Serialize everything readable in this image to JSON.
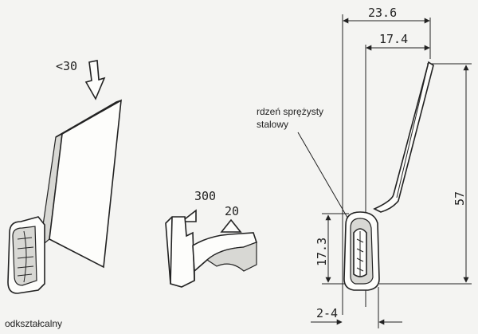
{
  "colors": {
    "line": "#222222",
    "paper": "#f4f4f2",
    "shade": "#d8d8d4"
  },
  "left_figure": {
    "force_label": "<30",
    "caption": "odkształcalny"
  },
  "middle_figure": {
    "force_a": "300",
    "force_b": "20"
  },
  "right_figure": {
    "dim_width_total": "23.6",
    "dim_width_inner": "17.4",
    "dim_height_total": "57",
    "dim_height_base": "17.3",
    "dim_gap": "2-4",
    "callout_line1": "rdzeń sprężysty",
    "callout_line2": "stalowy"
  }
}
